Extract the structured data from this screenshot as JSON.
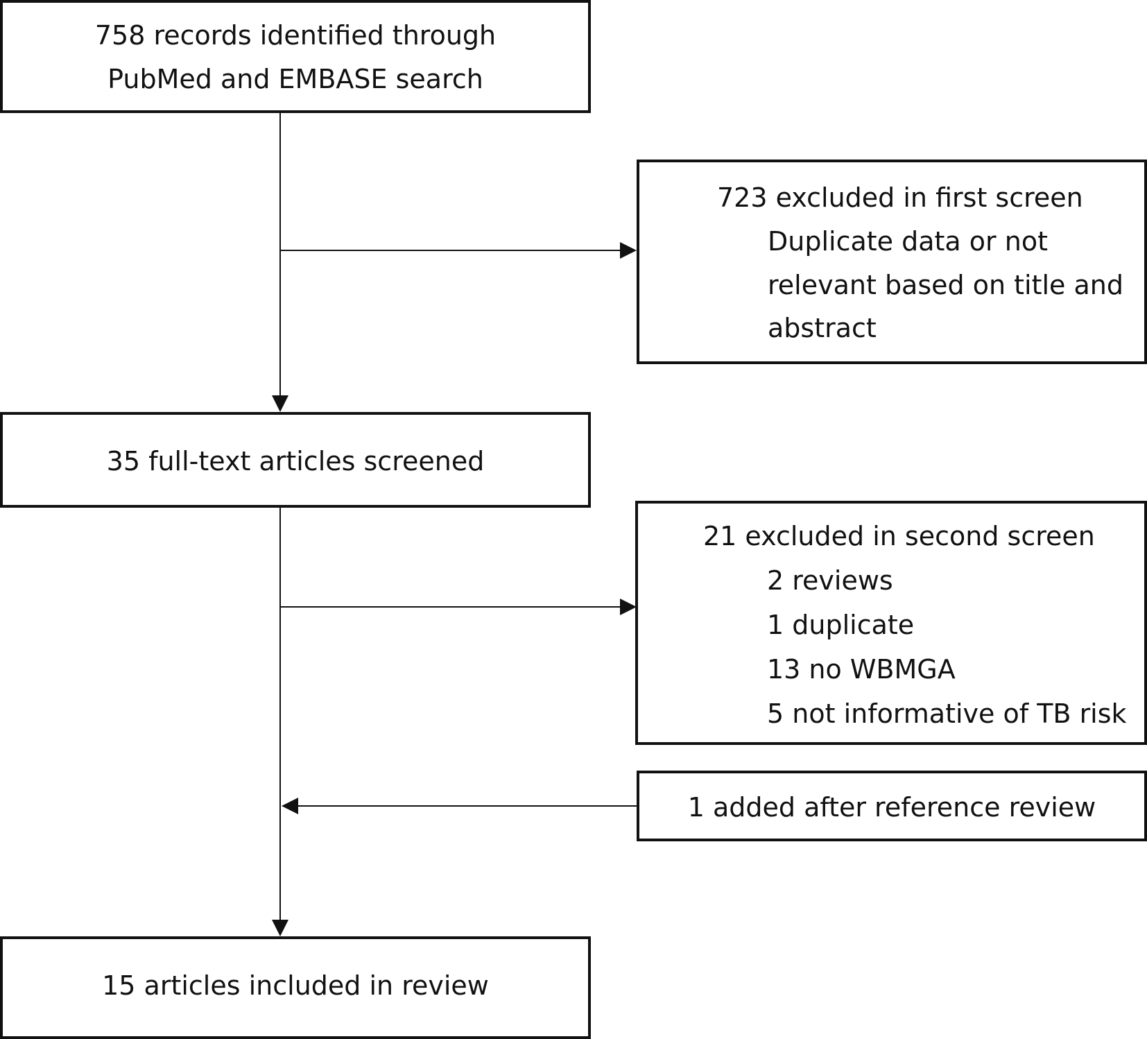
{
  "boxes": {
    "identified": {
      "lines": [
        "758 records identified through",
        "PubMed and EMBASE search"
      ]
    },
    "first_exclusion": {
      "heading": "723 excluded in first screen",
      "reasons": [
        "Duplicate data or not",
        "relevant based on title and",
        "abstract"
      ]
    },
    "screened": {
      "text": "35 full-text articles screened"
    },
    "second_exclusion": {
      "heading": "21 excluded in second screen",
      "reasons": [
        "2 reviews",
        "1 duplicate",
        "13 no WBMGA",
        "5 not informative of TB risk"
      ]
    },
    "added": {
      "text": "1 added after reference review"
    },
    "included": {
      "text": "15 articles included in review"
    }
  }
}
